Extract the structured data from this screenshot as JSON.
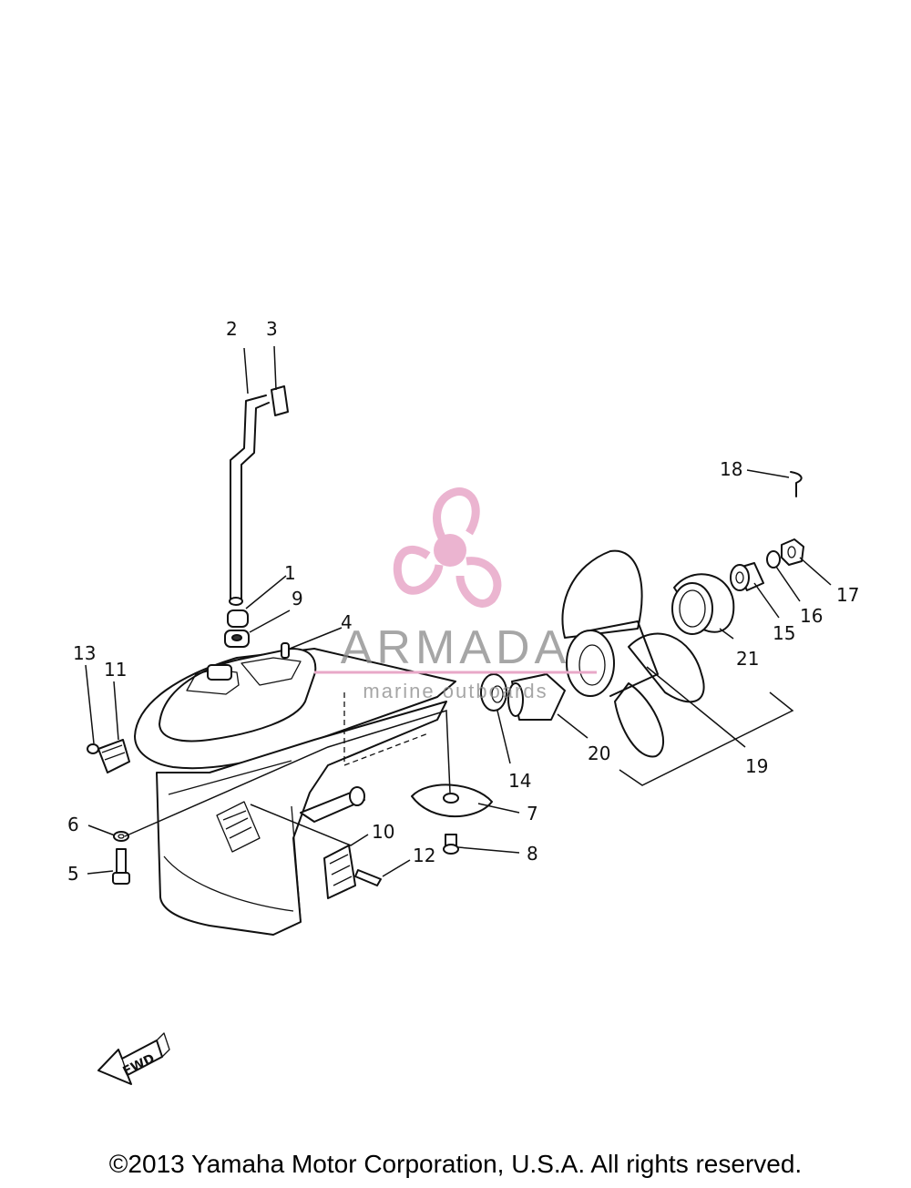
{
  "watermark": {
    "brand": "ARMADA",
    "tagline": "marine outboards",
    "brand_color": "#e8a8c8",
    "text_color": "#888888"
  },
  "fwd_label": "FWD",
  "copyright": "©2013 Yamaha Motor Corporation, U.S.A. All rights reserved.",
  "callouts": [
    {
      "id": "1",
      "label": "1"
    },
    {
      "id": "2",
      "label": "2"
    },
    {
      "id": "3",
      "label": "3"
    },
    {
      "id": "4",
      "label": "4"
    },
    {
      "id": "5",
      "label": "5"
    },
    {
      "id": "6",
      "label": "6"
    },
    {
      "id": "7",
      "label": "7"
    },
    {
      "id": "8",
      "label": "8"
    },
    {
      "id": "9",
      "label": "9"
    },
    {
      "id": "10",
      "label": "10"
    },
    {
      "id": "11",
      "label": "11"
    },
    {
      "id": "12",
      "label": "12"
    },
    {
      "id": "13",
      "label": "13"
    },
    {
      "id": "14",
      "label": "14"
    },
    {
      "id": "15",
      "label": "15"
    },
    {
      "id": "16",
      "label": "16"
    },
    {
      "id": "17",
      "label": "17"
    },
    {
      "id": "18",
      "label": "18"
    },
    {
      "id": "19",
      "label": "19"
    },
    {
      "id": "20",
      "label": "20"
    },
    {
      "id": "21",
      "label": "21"
    }
  ]
}
